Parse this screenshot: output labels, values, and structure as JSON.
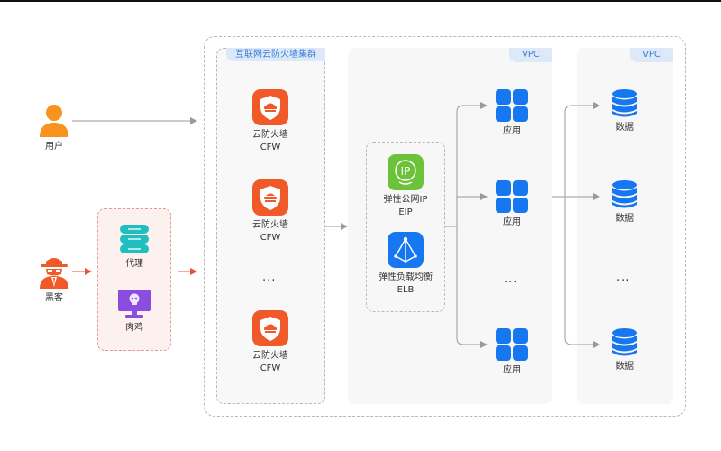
{
  "diagram": {
    "actors": {
      "user": {
        "label": "用户",
        "icon": "user-icon",
        "color": "#f7931e"
      },
      "hacker": {
        "label": "黑客",
        "icon": "hacker-spy-icon",
        "color": "#f05a28"
      }
    },
    "attack_sources": {
      "proxy": {
        "label": "代理",
        "icon": "proxy-icon",
        "color": "#1fbfbf"
      },
      "zombie": {
        "label": "肉鸡",
        "icon": "zombie-monitor-skull-icon",
        "color": "#8a4de0"
      }
    },
    "firewall_cluster": {
      "title": "互联网云防火墙集群",
      "nodes": [
        {
          "name": "云防火墙",
          "abbr": "CFW"
        },
        {
          "name": "云防火墙",
          "abbr": "CFW"
        },
        {
          "name": "云防火墙",
          "abbr": "CFW"
        }
      ],
      "ellipsis": "...",
      "color": "#f05a28"
    },
    "vpc_app": {
      "tag": "VPC",
      "eip": {
        "name": "弹性公网IP",
        "abbr": "EIP",
        "icon_text": "IP",
        "color": "#6cc33a"
      },
      "elb": {
        "name": "弹性负载均衡",
        "abbr": "ELB",
        "color": "#1677f0"
      },
      "apps": [
        {
          "label": "应用"
        },
        {
          "label": "应用"
        },
        {
          "label": "应用"
        }
      ],
      "ellipsis": "...",
      "color": "#1677f0"
    },
    "vpc_data": {
      "tag": "VPC",
      "databases": [
        {
          "label": "数据"
        },
        {
          "label": "数据"
        },
        {
          "label": "数据"
        }
      ],
      "ellipsis": "...",
      "color": "#1677f0"
    },
    "colors": {
      "normal_arrow": "#9a9a9a",
      "attack_arrow": "#e8553c",
      "tag_bg": "#dde9f8",
      "tag_text": "#3a7fd8"
    }
  }
}
